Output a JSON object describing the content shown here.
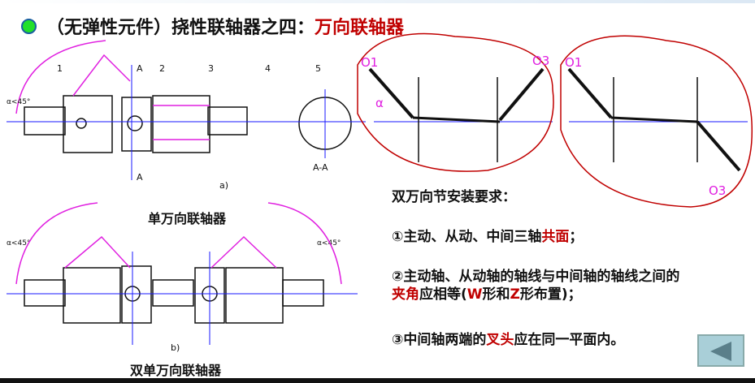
{
  "title": {
    "prefix": "（无弹性元件）挠性联轴器之四：",
    "highlight": "万向联轴器"
  },
  "figure_a": {
    "labels": [
      "1",
      "2",
      "3",
      "4",
      "5"
    ],
    "section_marks": [
      "A",
      "A"
    ],
    "section_label": "A-A",
    "sub_label": "a)",
    "angle": "α<45°",
    "caption": "单万向联轴器"
  },
  "figure_b": {
    "sub_label": "b)",
    "angle_left": "α<45°",
    "angle_right": "α<45°",
    "caption": "双单万向联轴器"
  },
  "schematics": {
    "o1_left": "O1",
    "o3_left": "O3",
    "o1_right": "O1",
    "o3_right": "O3",
    "alpha": "α"
  },
  "requirements": {
    "heading": "双万向节安装要求：",
    "items": [
      {
        "pre": "①主动、从动、中间三轴",
        "hl": "共面",
        "post": "；"
      },
      {
        "pre": "②主动轴、从动轴的轴线与中间轴的轴线之间的",
        "hl": "夹角",
        "mid": "应相等(",
        "w": "W",
        "mid2": "形和",
        "z": "Z",
        "post": "形布置)；"
      },
      {
        "pre": "③中间轴两端的",
        "hl": "叉头",
        "post": "应在同一平面内。"
      }
    ]
  },
  "colors": {
    "accent": "#c00000",
    "pink": "#e020e0",
    "blue": "#1a1aff"
  }
}
